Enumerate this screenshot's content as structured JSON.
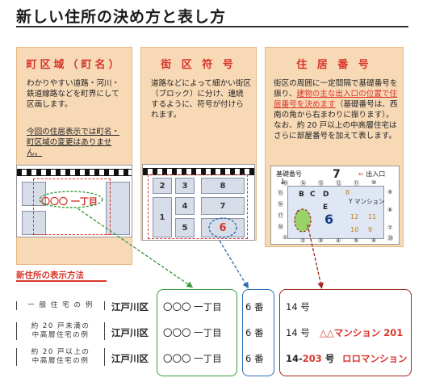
{
  "page": {
    "title": "新しい住所の決め方と表し方"
  },
  "panels": [
    {
      "heading": "町区域（町名）",
      "body": "わかりやすい道路・河川・鉄道線路などを町界にして区画します。",
      "note": "今回の住居表示では町名・町区域の変更はありません。"
    },
    {
      "heading": "街 区 符 号",
      "body": "道路などによって細かい街区（ブロック）に分け、連続するように、符号が付けられます。"
    },
    {
      "heading": "住 居 番 号",
      "body_start": "街区の周囲に一定間隔で基礎番号を振り、",
      "body_highlight": "建物の主な出入口の位置で住居番号を決めます",
      "body_end": "（基礎番号は、西南の角から右まわりに振ります）。なお、約 20 戸以上の中高層住宅はさらに部屋番号を加えて表します。"
    }
  ],
  "map1": {
    "label": "〇〇〇 一丁目"
  },
  "map2": {
    "blocks": [
      "2",
      "3",
      "8",
      "1",
      "4",
      "7",
      "5",
      "6"
    ]
  },
  "map3": {
    "kiso_label": "基礎番号",
    "block_number": "7",
    "entrance_label": "出入口",
    "big_number": "6",
    "building_y": "Y マンション",
    "letters": [
      "B",
      "C",
      "D",
      "A",
      "E"
    ],
    "cells": [
      "8",
      "12",
      "11",
      "10",
      "9"
    ],
    "circled": [
      "①",
      "②",
      "③",
      "④",
      "⑤",
      "⑥",
      "⑦",
      "⑧",
      "⑨",
      "⑩",
      "⑪",
      "⑫",
      "⑬",
      "⑭",
      "⑮",
      "⑯",
      "⑰",
      "⑱",
      "⑲",
      "⑳"
    ]
  },
  "display": {
    "title": "新住所の表示方法",
    "rows": [
      {
        "type": "一 般 住 宅 の 例",
        "ward": "江戸川区",
        "town": "〇〇〇 一丁目",
        "block": "6 番",
        "num": "14 号",
        "extra": ""
      },
      {
        "type": "約 20 戸未満の\n中高層住宅の例",
        "ward": "江戸川区",
        "town": "〇〇〇 一丁目",
        "block": "6 番",
        "num": "14 号",
        "extra": "△△マンション 201"
      },
      {
        "type": "約 20 戸以上の\n中高層住宅の例",
        "ward": "江戸川区",
        "town": "〇〇〇 一丁目",
        "block": "6 番",
        "num_a": "14-",
        "num_b": "203",
        "num_c": " 号",
        "extra": "ロロマンション"
      }
    ]
  },
  "colors": {
    "accent": "#d8352b",
    "panel_bg": "#f7d9b6",
    "green": "#3a9a3a",
    "blue": "#2a6db5",
    "darkred": "#a0281e"
  }
}
